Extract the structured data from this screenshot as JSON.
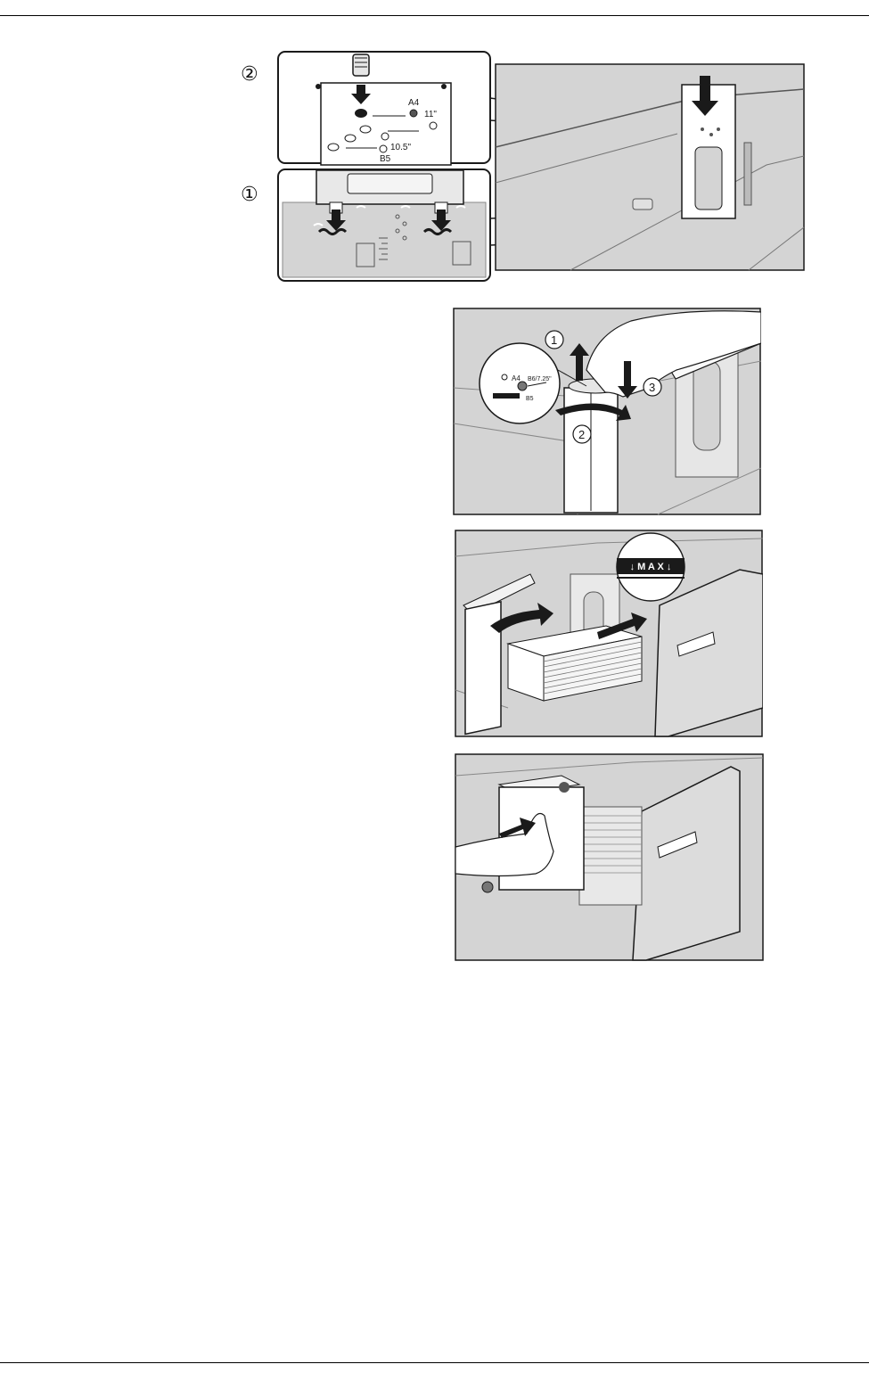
{
  "figure1": {
    "callout_top_number": "②",
    "callout_bottom_number": "①",
    "labels": {
      "a4": "A4",
      "eleven": "11\"",
      "ten_five": "10.5\"",
      "b5": "B5"
    }
  },
  "figure2": {
    "step1": "1",
    "step2": "2",
    "step3": "3",
    "inset_a4": "A4",
    "inset_b6": "B6/7.25\"",
    "inset_b5": "B5"
  },
  "figure3": {
    "max_label": "↓ M A X ↓"
  },
  "colors": {
    "machine": "#d4d4d4",
    "machine_dark": "#a9a9a9",
    "line": "#1a1a1a",
    "arrow": "#1a1a1a"
  }
}
